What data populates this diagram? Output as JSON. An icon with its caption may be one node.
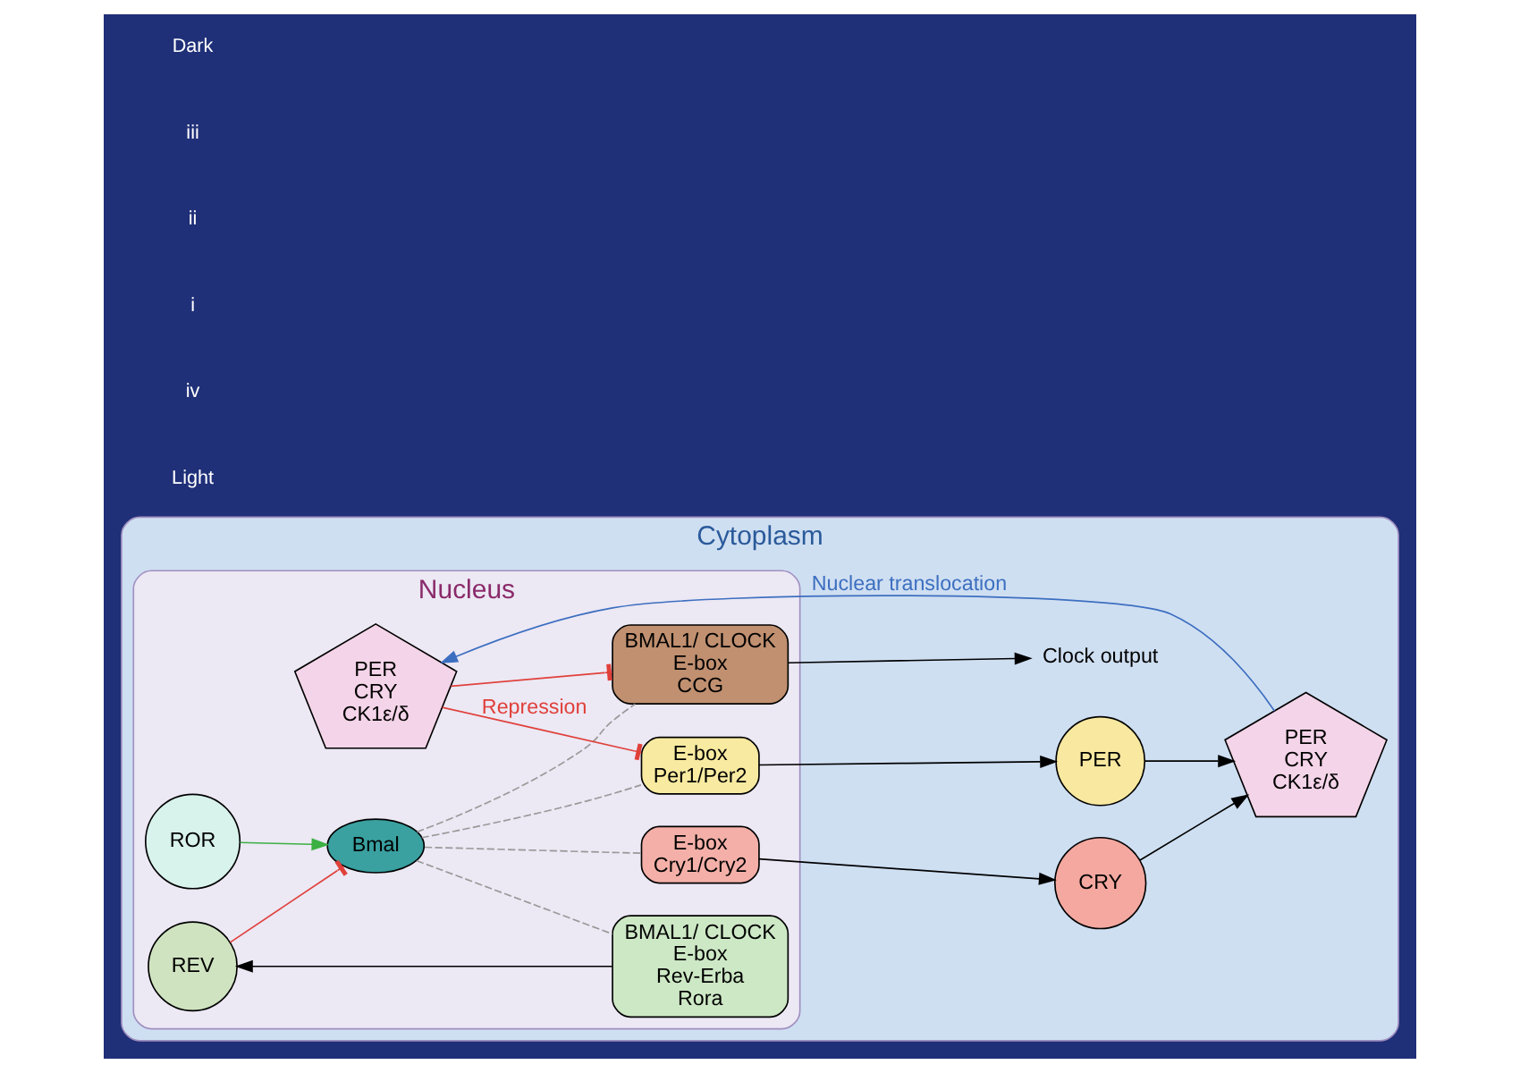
{
  "diagram": {
    "nodes": [
      {
        "text": [
          "Cytoplasm"
        ]
      },
      {
        "text": [
          "Nucleus"
        ],
        "in": 0
      },
      {
        "text": [
          "REV"
        ],
        "in": 1
      },
      {
        "text": [
          "ROR"
        ],
        "in": 1
      },
      {
        "text": [
          "Bmal"
        ],
        "in": 1
      },
      {
        "text": [
          "BMAL1/ CLOCK",
          "E-box",
          "Rev-Erba",
          "Rora"
        ],
        "in": 1
      },
      {
        "text": [
          "E-box",
          "Per1/Per2"
        ],
        "in": 1
      },
      {
        "text": [
          "E-box",
          "Cry1/Cry2"
        ],
        "in": 1
      },
      {
        "text": [
          "PER",
          "CRY",
          "CK1ε/δ"
        ],
        "in": 1
      },
      {
        "text": [
          "BMAL1/ CLOCK",
          "E-box",
          "CCG"
        ],
        "in": 1
      },
      {
        "text": [
          "PER"
        ],
        "in": 0
      },
      {
        "text": [
          "CRY"
        ],
        "in": 0
      },
      {
        "text": [
          "PER",
          "CRY",
          "CK1ε/δ"
        ],
        "in": 0
      },
      {
        "text": [
          "Clock output"
        ],
        "in": 0
      }
    ],
    "edges": [
      {
        "from": 5,
        "to": 2,
        "arrow": "to"
      },
      {
        "from": 2,
        "to": 4,
        "arrow": "other",
        "color": "#e0403a"
      },
      {
        "from": 3,
        "to": 4,
        "arrow": "to",
        "color": "#3cb043"
      },
      {
        "from": 4,
        "to": 5,
        "arrow": "none",
        "style": "dashed",
        "color": "#999999"
      },
      {
        "from": 4,
        "to": 6,
        "arrow": "none",
        "style": "dashed",
        "color": "#999999"
      },
      {
        "from": 4,
        "to": 7,
        "arrow": "none",
        "style": "dashed",
        "color": "#999999"
      },
      {
        "from": 4,
        "to": 9,
        "arrow": "none",
        "style": "dashed",
        "color": "#999999"
      },
      {
        "from": 6,
        "to": 10,
        "arrow": "to"
      },
      {
        "from": 7,
        "to": 11,
        "arrow": "to"
      },
      {
        "from": 10,
        "to": 12,
        "arrow": "to"
      },
      {
        "from": 11,
        "to": 12,
        "arrow": "to"
      },
      {
        "from": 12,
        "to": 8,
        "arrow": "to",
        "label": "Nuclear translocation",
        "color": "#3d6fc0"
      },
      {
        "from": 8,
        "to": 6,
        "arrow": "other",
        "label": "Repression",
        "color": "#e0403a"
      },
      {
        "from": 8,
        "to": 9,
        "arrow": "other",
        "color": "#e0403a"
      },
      {
        "from": 9,
        "to": 13,
        "arrow": "to"
      }
    ],
    "labels": [
      "Light",
      "iv",
      "i",
      "ii",
      "iii",
      "Dark"
    ]
  }
}
